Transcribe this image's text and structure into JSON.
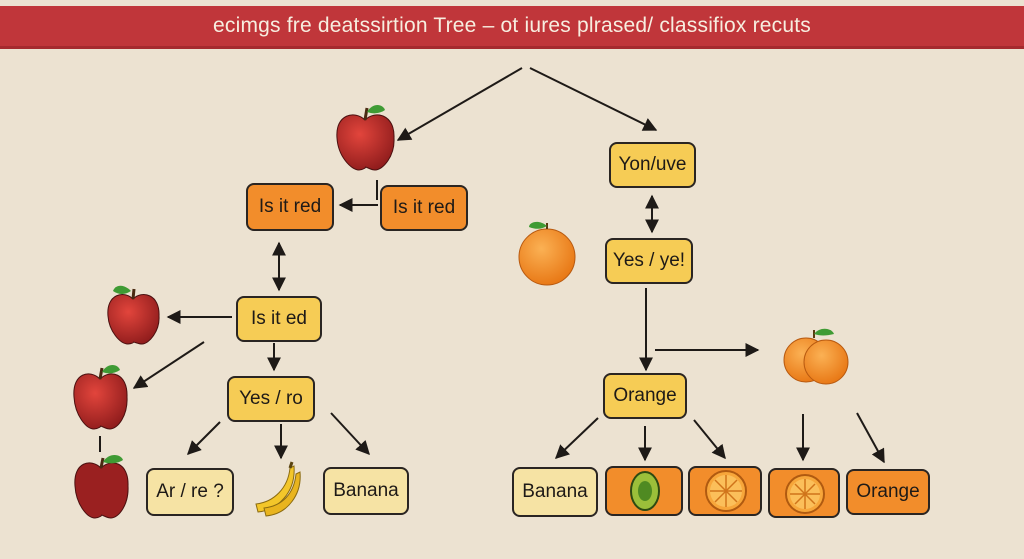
{
  "title": "ecimgs fre deatssirtion Tree – ot iures plrased/ classifiox recuts",
  "nodes": {
    "is_it_red_left": "Is it red",
    "is_it_red_right": "Is it red",
    "is_it_ed": "Is it ed",
    "yes_ro": "Yes / ro",
    "ar_re": "Ar / re ?",
    "banana_left": "Banana",
    "yon_uve": "Yon/uve",
    "yes_ye": "Yes / ye!",
    "orange_mid": "Orange",
    "banana_right": "Banana",
    "orange_right": "Orange"
  },
  "colors": {
    "banner": "#c0363a",
    "background": "#ece2d1",
    "orange_box": "#f28d2b",
    "yellow_box": "#f6cc55",
    "cream_box": "#f6e3a4",
    "apple_red": "#c82f2a",
    "leaf_green": "#3f9b34"
  },
  "icons": [
    "apple-icon",
    "orange-fruit-icon",
    "banana-icon",
    "avocado-slice-icon",
    "orange-slice-icon"
  ]
}
